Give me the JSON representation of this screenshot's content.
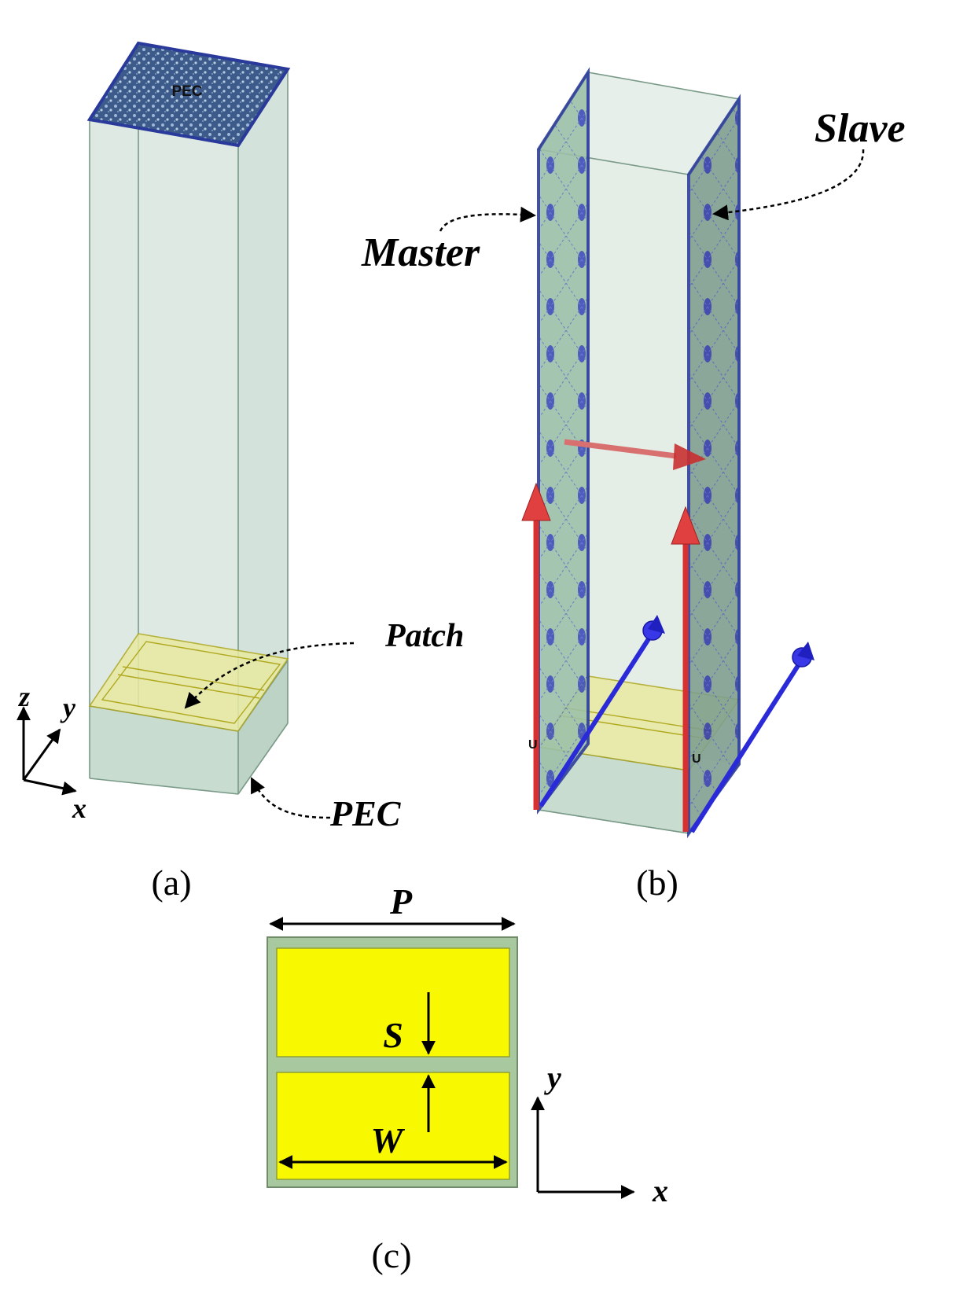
{
  "panel_a": {
    "top_face_label": "PEC",
    "patch_label": "Patch",
    "bottom_label": "PEC",
    "axis_z": "z",
    "axis_y": "y",
    "axis_x": "x",
    "caption": "(a)"
  },
  "panel_b": {
    "master_label": "Master",
    "slave_label": "Slave",
    "u_left": "U",
    "u_right": "U",
    "caption": "(b)"
  },
  "panel_c": {
    "period_label": "P",
    "gap_label": "S",
    "width_label": "W",
    "axis_y": "y",
    "axis_x": "x",
    "caption": "(c)"
  },
  "colors": {
    "box_fill": "#dfeee8",
    "box_edge": "#7a9a88",
    "pec_fill": "#3c5a8a",
    "boundary_edge": "#2a3a9a",
    "patch_yellow": "#f8f800",
    "substrate_green": "#a8c8a0",
    "red_vector": "#d83030",
    "blue_vector": "#2a2ad8"
  }
}
